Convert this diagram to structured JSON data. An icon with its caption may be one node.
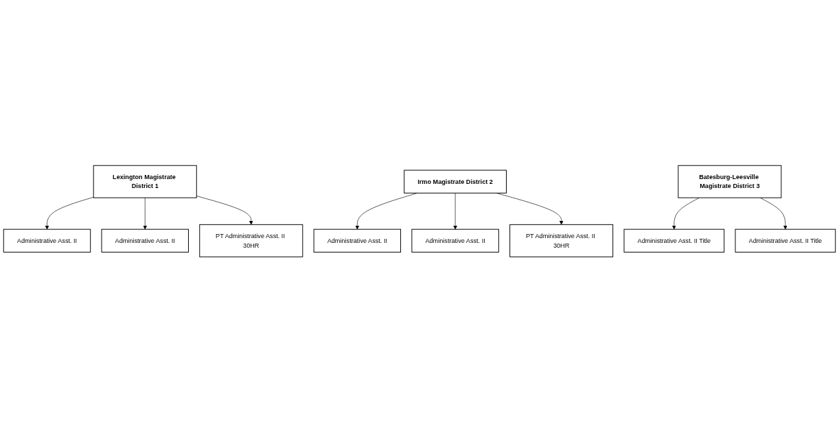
{
  "diagram": {
    "nodes": [
      {
        "text": [
          "Lexington Magistrate District 1"
        ]
      },
      {
        "text": [
          "Administrative Asst. II"
        ]
      },
      {
        "text": [
          "Administrative Asst. II"
        ]
      },
      {
        "text": [
          "PT Administrative Asst. II 30HR"
        ]
      },
      {
        "text": [
          "Irmo Magistrate District 2"
        ]
      },
      {
        "text": [
          "Administrative Asst. II"
        ]
      },
      {
        "text": [
          "Administrative Asst. II"
        ]
      },
      {
        "text": [
          "PT Administrative Asst. II 30HR"
        ]
      },
      {
        "text": [
          "Batesburg-Leesville Magistrate District 3"
        ]
      },
      {
        "text": [
          "Administrative Asst. II Title"
        ]
      },
      {
        "text": [
          "Administrative Asst. II Title"
        ]
      }
    ],
    "edges": [
      {
        "from": 0,
        "to": 1,
        "arrow": "to"
      },
      {
        "from": 0,
        "to": 2,
        "arrow": "to"
      },
      {
        "from": 0,
        "to": 3,
        "arrow": "to"
      },
      {
        "from": 4,
        "to": 5,
        "arrow": "to"
      },
      {
        "from": 4,
        "to": 6,
        "arrow": "to"
      },
      {
        "from": 4,
        "to": 7,
        "arrow": "to"
      },
      {
        "from": 8,
        "to": 9,
        "arrow": "to"
      },
      {
        "from": 8,
        "to": 10,
        "arrow": "to"
      }
    ]
  }
}
